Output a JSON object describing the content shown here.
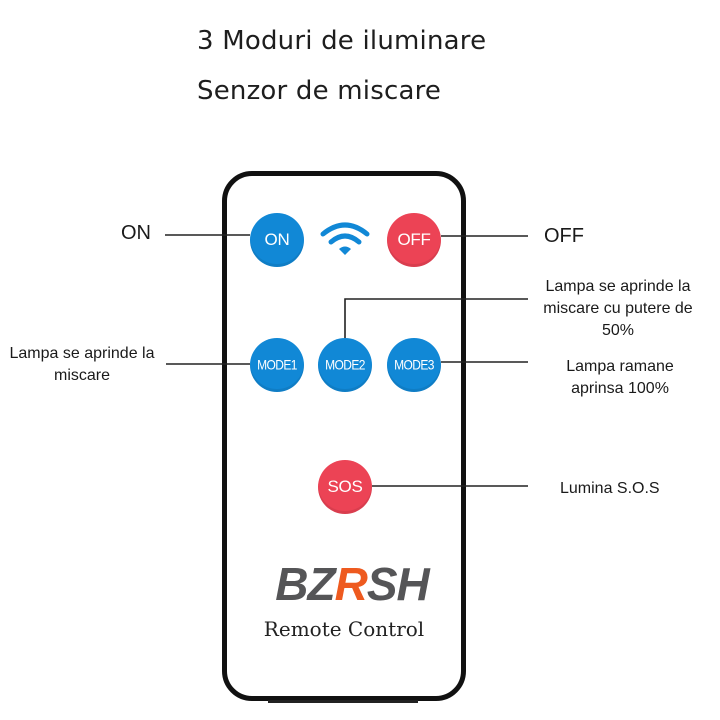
{
  "headings": {
    "line1": "3 Moduri de iluminare",
    "line2": "Senzor de miscare"
  },
  "buttons": {
    "on": "ON",
    "off": "OFF",
    "mode1": "MODE1",
    "mode2": "MODE2",
    "mode3": "MODE3",
    "sos": "SOS"
  },
  "callouts": {
    "on": "ON",
    "off": "OFF",
    "mode1": "Lampa se aprinde la miscare",
    "mode2": "Lampa se aprinde la miscare cu putere de 50%",
    "mode3": "Lampa ramane aprinsa 100%",
    "sos": "Lumina S.O.S"
  },
  "brand": {
    "part1": "BZ",
    "part2": "R",
    "part3": "SH"
  },
  "remote_label": "Remote Control",
  "colors": {
    "blue_button": "#1188d6",
    "red_button": "#ec4355",
    "brand_gray": "#555557",
    "brand_orange": "#ee5a1f"
  },
  "icons": {
    "signal": "wifi-icon"
  }
}
